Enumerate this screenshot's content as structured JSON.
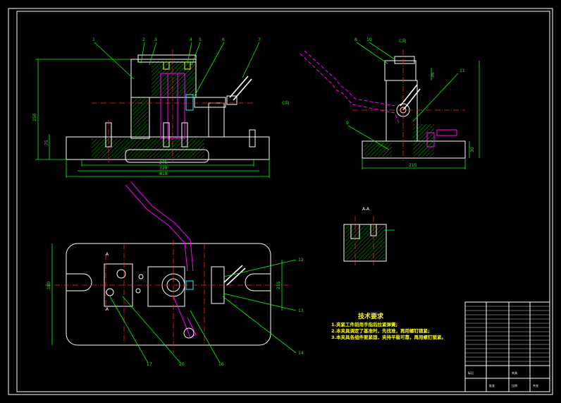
{
  "drawing": {
    "front_view": {
      "part_labels": [
        "1",
        "2",
        "3",
        "4",
        "5",
        "6",
        "7"
      ],
      "dims_horizontal": [
        "275",
        "329",
        "410"
      ],
      "dims_vertical": [
        "250",
        "75"
      ]
    },
    "side_view": {
      "view_tag": "C向",
      "part_labels": [
        "8",
        "10",
        "11",
        "9"
      ],
      "dims_vertical": [
        "36",
        "30"
      ],
      "dims_horizontal": [
        "215"
      ],
      "direction_label": "C向"
    },
    "top_view": {
      "section_mark_top": "A",
      "section_mark_bottom": "A",
      "part_labels": [
        "12",
        "13",
        "14",
        "16",
        "20",
        "17"
      ],
      "dims_vertical": [
        "180",
        "215"
      ]
    },
    "section_view": {
      "label": "A-A"
    },
    "tech_requirements": {
      "title": "技术要求",
      "lines": [
        "1.夹紧工件前用手指后拉紧弹簧;",
        "2.本夹具调定了基准时，先找准，再用螺钉锁紧;",
        "3.本夹具各组件要紧固，夹持平稳可靠，再用螺钉锁紧。"
      ]
    },
    "title_block": {
      "drawing_name": "夹具",
      "left_label": "标记",
      "approve_label": "批准",
      "scale_label": "比例",
      "sheet_label": "共张"
    },
    "colors": {
      "outline": "#ffffff",
      "dimension": "#00ff00",
      "centerline": "#ff2020",
      "workpiece": "#ff00ff",
      "note": "#ffff00",
      "cyan": "#00ffff"
    }
  }
}
